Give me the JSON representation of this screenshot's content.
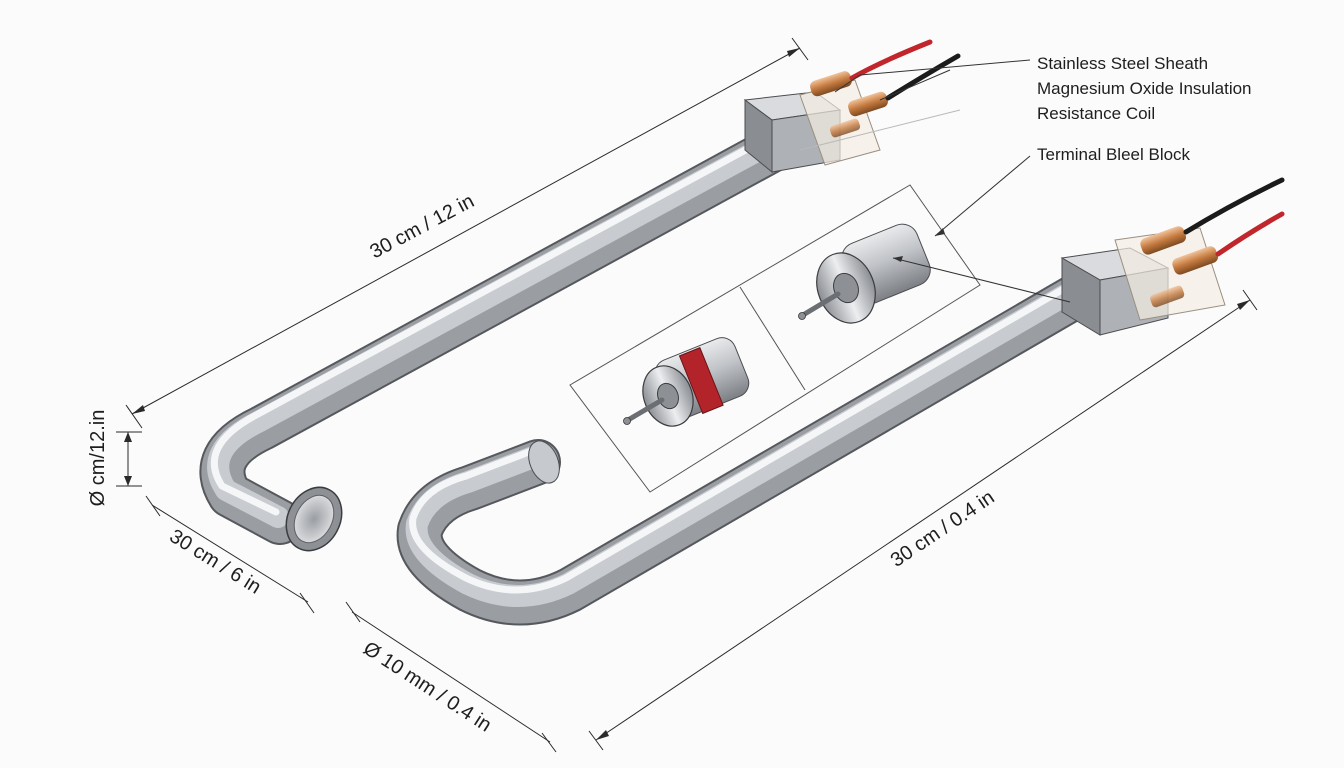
{
  "callouts": {
    "sheath": "Stainless Steel Sheath",
    "insulation": "Magnesium Oxide Insulation",
    "coil": "Resistance Coil",
    "terminal_block": "Terminal Bleel Block"
  },
  "dimensions": {
    "top_length": "30 cm / 12 in",
    "left_height": "Ø cm/12.in",
    "left_leg": "30 cm / 6 in",
    "bottom_diameter": "Ø 10 mm / 0.4 in",
    "right_length": "30 cm / 0.4 in"
  },
  "colors": {
    "steel_dark": "#7a7d82",
    "steel_light": "#f2f3f5",
    "copper": "#c47a3f",
    "wire_red": "#c0262b",
    "wire_black": "#1b1b1b",
    "coil_red": "#b3232a"
  }
}
